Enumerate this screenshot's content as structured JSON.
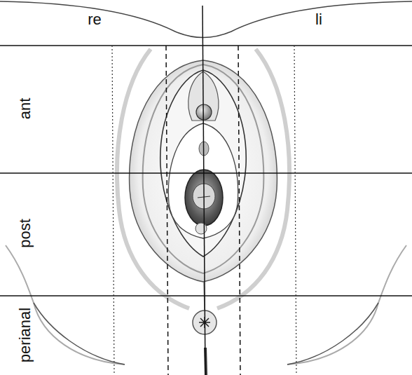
{
  "diagram": {
    "labels": [
      "re",
      "li",
      "ant",
      "post",
      "perianal"
    ]
  }
}
